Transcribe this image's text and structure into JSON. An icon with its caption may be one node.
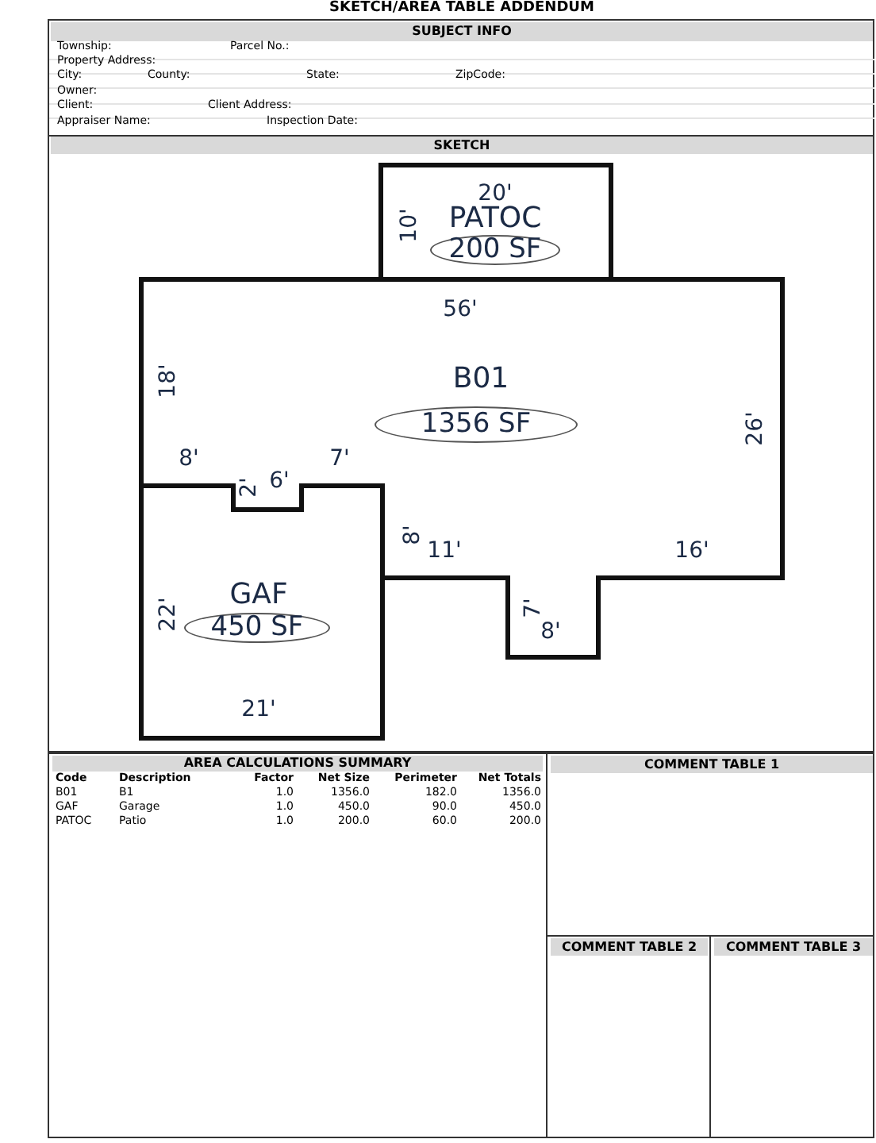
{
  "diagram": {
    "title": "SKETCH/AREA TABLE ADDENDUM",
    "nodes": [
      {
        "text": [
          "PATOC"
        ]
      },
      {
        "text": [
          "200 SF"
        ],
        "in": 0
      },
      {
        "text": [
          "B01"
        ]
      },
      {
        "text": [
          "1356 SF"
        ],
        "in": 2
      },
      {
        "text": [
          "GAF"
        ]
      },
      {
        "text": [
          "450 SF"
        ],
        "in": 4
      }
    ],
    "labels": [
      "SUBJECT INFO",
      "Township:",
      "Parcel No.:",
      "Property Address:",
      "City:",
      "County:",
      "State:",
      "ZipCode:",
      "Owner:",
      "Client:",
      "Client Address:",
      "Appraiser Name:",
      "Inspection Date:",
      "SKETCH",
      "20'",
      "10'",
      "56'",
      "18'",
      "8'",
      "2'",
      "6'",
      "7'",
      "26'",
      "8'",
      "11'",
      "16'",
      "7'",
      "8'",
      "22'",
      "21'",
      "AREA CALCULATIONS SUMMARY",
      "Code",
      "Description",
      "Factor",
      "Net Size",
      "Perimeter",
      "Net Totals",
      "B01",
      "B1",
      "1.0",
      "1356.0",
      "182.0",
      "1356.0",
      "GAF",
      "Garage",
      "1.0",
      "450.0",
      "90.0",
      "450.0",
      "PATOC",
      "Patio",
      "1.0",
      "200.0",
      "60.0",
      "200.0",
      "COMMENT TABLE 1",
      "COMMENT TABLE 2",
      "COMMENT TABLE 3"
    ]
  }
}
